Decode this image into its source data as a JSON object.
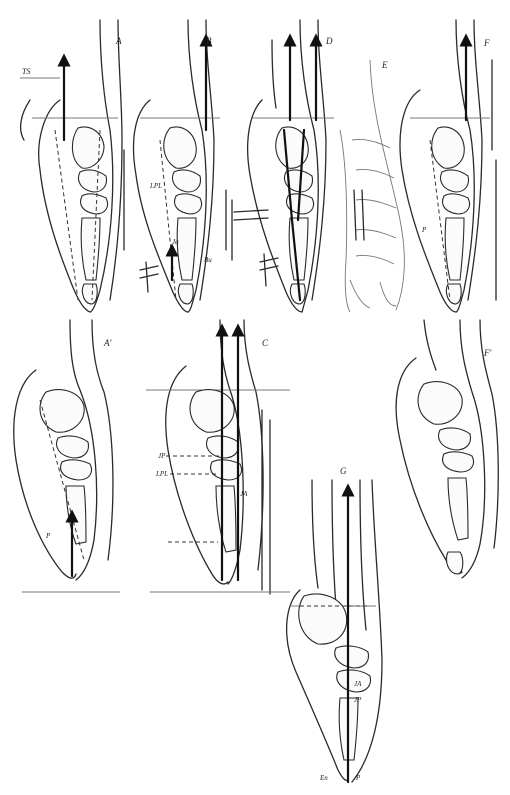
{
  "panels": [
    {
      "key": "A",
      "label": "A"
    },
    {
      "key": "B",
      "label": "B"
    },
    {
      "key": "D",
      "label": "D"
    },
    {
      "key": "E",
      "label": "E"
    },
    {
      "key": "F",
      "label": "F"
    },
    {
      "key": "A2",
      "label": "A'"
    },
    {
      "key": "C",
      "label": "C"
    },
    {
      "key": "F2",
      "label": "F'"
    },
    {
      "key": "G",
      "label": "G"
    }
  ],
  "annotations": {
    "ts": "TS",
    "lpl_b": "LPL",
    "ja_b": "Ja",
    "bu": "Bu",
    "pd_b": "P",
    "jp_c": "JP",
    "lpl_c": "LPL",
    "ja_c": "JA",
    "p_a2": "P",
    "ja_g": "JA",
    "jp_g": "JP",
    "en_g": "En",
    "p_g": "P"
  },
  "colors": {
    "ink": "#2a2a2a",
    "paper": "#ffffff"
  }
}
